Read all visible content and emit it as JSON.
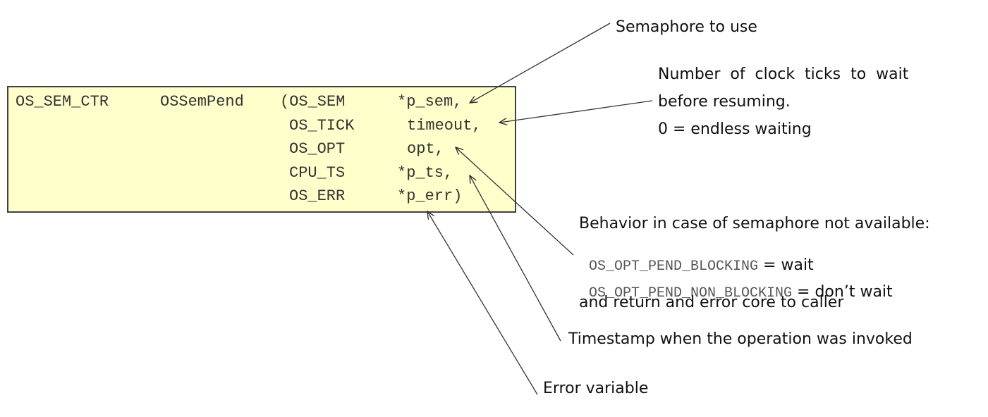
{
  "code": {
    "return_type": "OS_SEM_CTR",
    "function": "OSSemPend",
    "params": [
      {
        "type": "(OS_SEM",
        "name": "*p_sem,"
      },
      {
        "type": "OS_TICK",
        "name": "timeout,"
      },
      {
        "type": "OS_OPT",
        "name": "opt,"
      },
      {
        "type": "CPU_TS",
        "name": "*p_ts,"
      },
      {
        "type": "OS_ERR",
        "name": "*p_err)"
      }
    ]
  },
  "annotations": {
    "p_sem": "Semaphore to use",
    "timeout": {
      "line1": "Number  of  clock  ticks  to  wait",
      "line2": "before resuming.",
      "line3": "0 = endless waiting"
    },
    "opt": {
      "line1": "Behavior in case of semaphore not available:",
      "blocking_code": "OS_OPT_PEND_BLOCKING",
      "blocking_text": " = wait",
      "nonblocking_code": "OS_OPT_PEND_NON_BLOCKING",
      "nonblocking_text": " = don’t wait",
      "line4": "and return and error core to caller"
    },
    "p_ts": "Timestamp when the operation was invoked",
    "p_err": "Error variable"
  },
  "colors": {
    "code_box_fill": "#ffffcc",
    "code_box_border": "#404040",
    "arrow": "#333333"
  }
}
